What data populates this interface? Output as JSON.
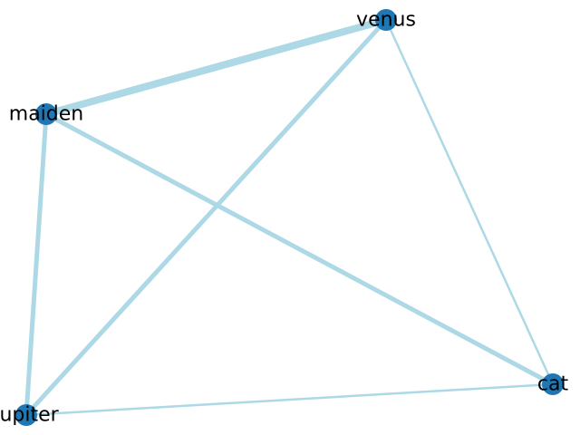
{
  "colors": {
    "node": "#1f77b4",
    "edge": "#add8e6",
    "label": "#000000",
    "background": "#ffffff"
  },
  "graph": {
    "nodes": [
      {
        "id": "venus",
        "label": "venus"
      },
      {
        "id": "maiden",
        "label": "maiden"
      },
      {
        "id": "jupiter",
        "label": "jupiter"
      },
      {
        "id": "cat",
        "label": "cat"
      }
    ],
    "edges": [
      {
        "source": "venus",
        "target": "maiden",
        "weight": 8
      },
      {
        "source": "venus",
        "target": "jupiter",
        "weight": 5
      },
      {
        "source": "venus",
        "target": "cat",
        "weight": 2.5
      },
      {
        "source": "maiden",
        "target": "cat",
        "weight": 5
      },
      {
        "source": "maiden",
        "target": "jupiter",
        "weight": 5
      },
      {
        "source": "jupiter",
        "target": "cat",
        "weight": 2.5
      }
    ]
  }
}
